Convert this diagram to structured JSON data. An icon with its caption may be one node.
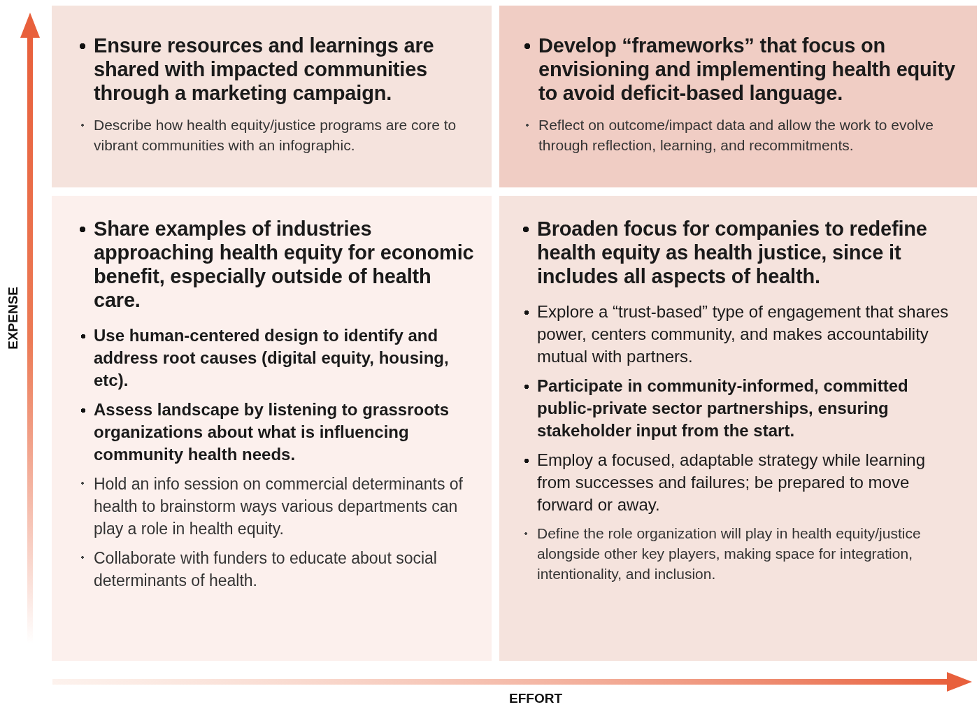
{
  "diagram": {
    "nodes": [
      {
        "text": [
          "Ensure resources and learnings are shared with impacted communities through a marketing campaign.",
          "Describe how health equity/justice programs are core to vibrant communities with an infographic."
        ]
      },
      {
        "text": [
          "Develop “frameworks” that focus on envisioning and implementing health equity to avoid deficit-based language.",
          "Reflect on outcome/impact data and allow the work to evolve through reflection, learning, and recommitments."
        ]
      },
      {
        "text": [
          "Share examples of industries approaching health equity for economic benefit, especially outside of health care.",
          "Use human-centered design to identify and address root causes (digital equity, housing, etc).",
          "Assess landscape by listening to grassroots organizations about what is influencing community health needs.",
          "Hold an info session on commercial determinants of health to brainstorm ways various departments can play a role in health equity.",
          "Collaborate with funders to educate about social determinants of health."
        ]
      },
      {
        "text": [
          "Broaden focus for companies to redefine health equity as health justice, since it includes all aspects of health.",
          "Explore a “trust-based” type of engagement that shares power, centers community, and makes accountability mutual with partners.",
          "Participate in community-informed, committed public-private sector partnerships, ensuring stakeholder input from the start.",
          "Employ a focused, adaptable strategy while learning from successes and failures; be prepared to move forward or away.",
          "Define the role organization will play in health equity/justice alongside other key players, making space for integration, intentionality, and inclusion."
        ]
      }
    ],
    "labels": [
      "EXPENSE",
      "EFFORT"
    ]
  }
}
